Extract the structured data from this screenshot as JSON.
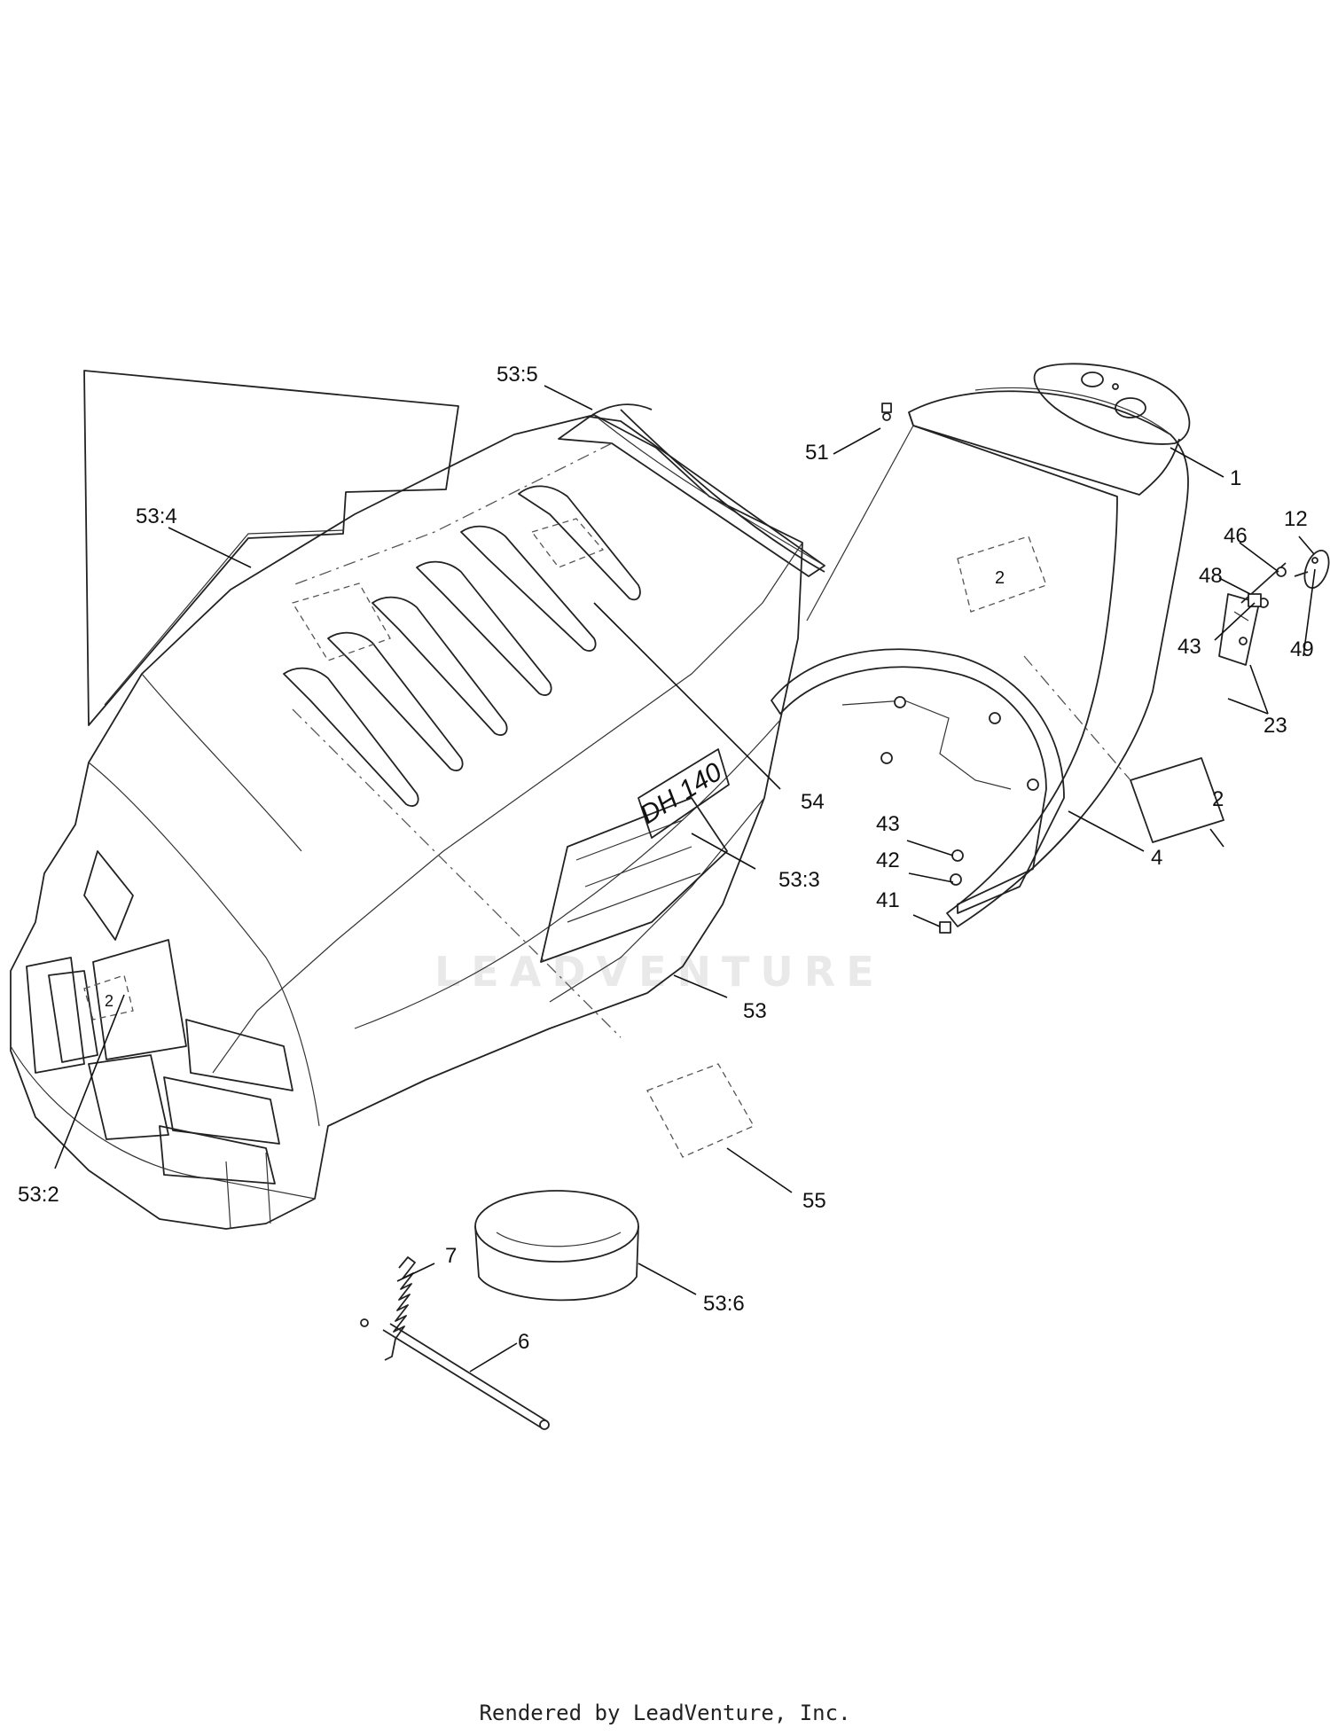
{
  "watermark": "LEADVENTURE",
  "footer": "Rendered by LeadVenture, Inc.",
  "callouts": {
    "c53_5": "53:5",
    "c53_4": "53:4",
    "c51": "51",
    "c1": "1",
    "c12": "12",
    "c46": "46",
    "c48": "48",
    "c43a": "43",
    "c49": "49",
    "c23": "23",
    "c2": "2",
    "c54": "54",
    "c43b": "43",
    "c42": "42",
    "c41": "41",
    "c4": "4",
    "c53_3": "53:3",
    "c53": "53",
    "c53_2": "53:2",
    "c55": "55",
    "c7": "7",
    "c53_6": "53:6",
    "c6": "6"
  },
  "hood_badge": "DH 140",
  "decal_glyph": "2"
}
